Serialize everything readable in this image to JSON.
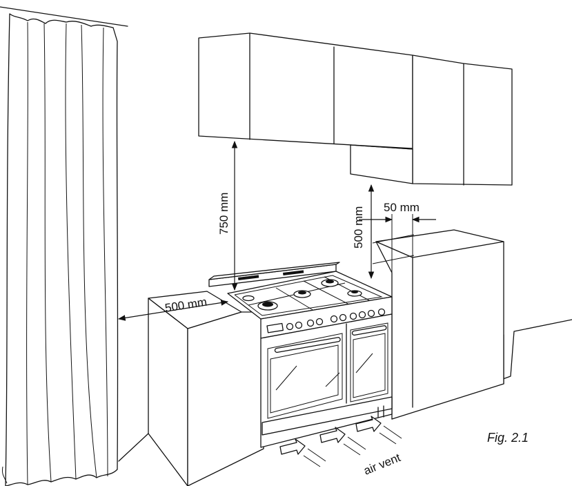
{
  "labels": {
    "dim_hood_height": "750 mm",
    "dim_side_cabinet_height": "500 mm",
    "dim_side_gap": "50 mm",
    "dim_curtain_distance": "500 mm",
    "air_vent": "air vent",
    "figure": "Fig. 2.1"
  }
}
